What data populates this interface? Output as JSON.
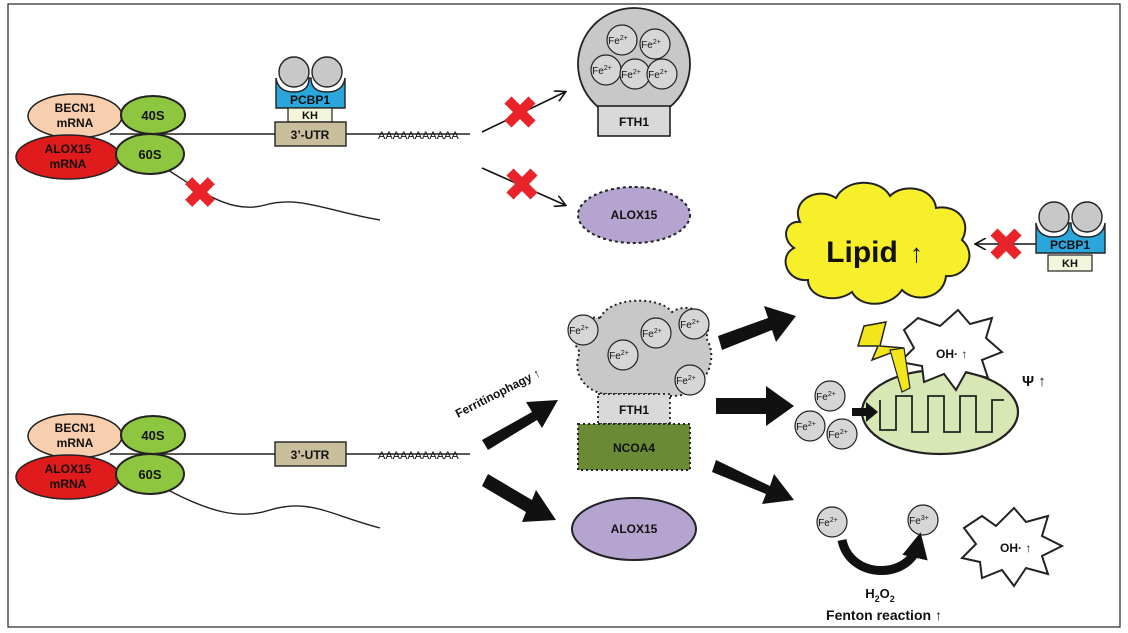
{
  "top": {
    "becn1_label": [
      "BECN1",
      "mRNA"
    ],
    "alox15_label": [
      "ALOX15",
      "mRNA"
    ],
    "ribosome_40s": "40S",
    "ribosome_60s": "60S",
    "pcbp1": "PCBP1",
    "kh": "KH",
    "utr": "3’-UTR",
    "polya": "AAAAAAAAAAA",
    "fth1": "FTH1",
    "alox15": "ALOX15"
  },
  "bottom": {
    "becn1_label": [
      "BECN1",
      "mRNA"
    ],
    "alox15_label": [
      "ALOX15",
      "mRNA"
    ],
    "ribosome_40s": "40S",
    "ribosome_60s": "60S",
    "utr": "3’-UTR",
    "polya": "AAAAAAAAAAA",
    "ferritinophagy": "Ferritinophagy",
    "fth1": "FTH1",
    "ncoa4": "NCOA4",
    "alox15": "ALOX15"
  },
  "right": {
    "lipid": "Lipid",
    "pcbp1": "PCBP1",
    "kh": "KH",
    "oh": "OH·",
    "psi": "Ψ",
    "fe2": "Fe",
    "fe2_sup": "2+",
    "fe3_sup": "3+",
    "h2o2_main": "H",
    "h2o2_sub1": "2",
    "h2o2_o": "O",
    "h2o2_sub2": "2",
    "fenton": "Fenton reaction"
  },
  "colors": {
    "becn1": "#f8cfae",
    "alox15_mrna": "#e01b1b",
    "ribosome": "#8fc63f",
    "pcbp1": "#2ba6dc",
    "kh": "#f4f6dc",
    "utr": "#c9be9b",
    "alox15_protein": "#b6a4d0",
    "ncoa4": "#6a8a36",
    "lipid": "#f7ef2a",
    "mito": "#d7e8b4",
    "block_x": "#e8232a",
    "gray_fill": "#c8c8c8"
  }
}
